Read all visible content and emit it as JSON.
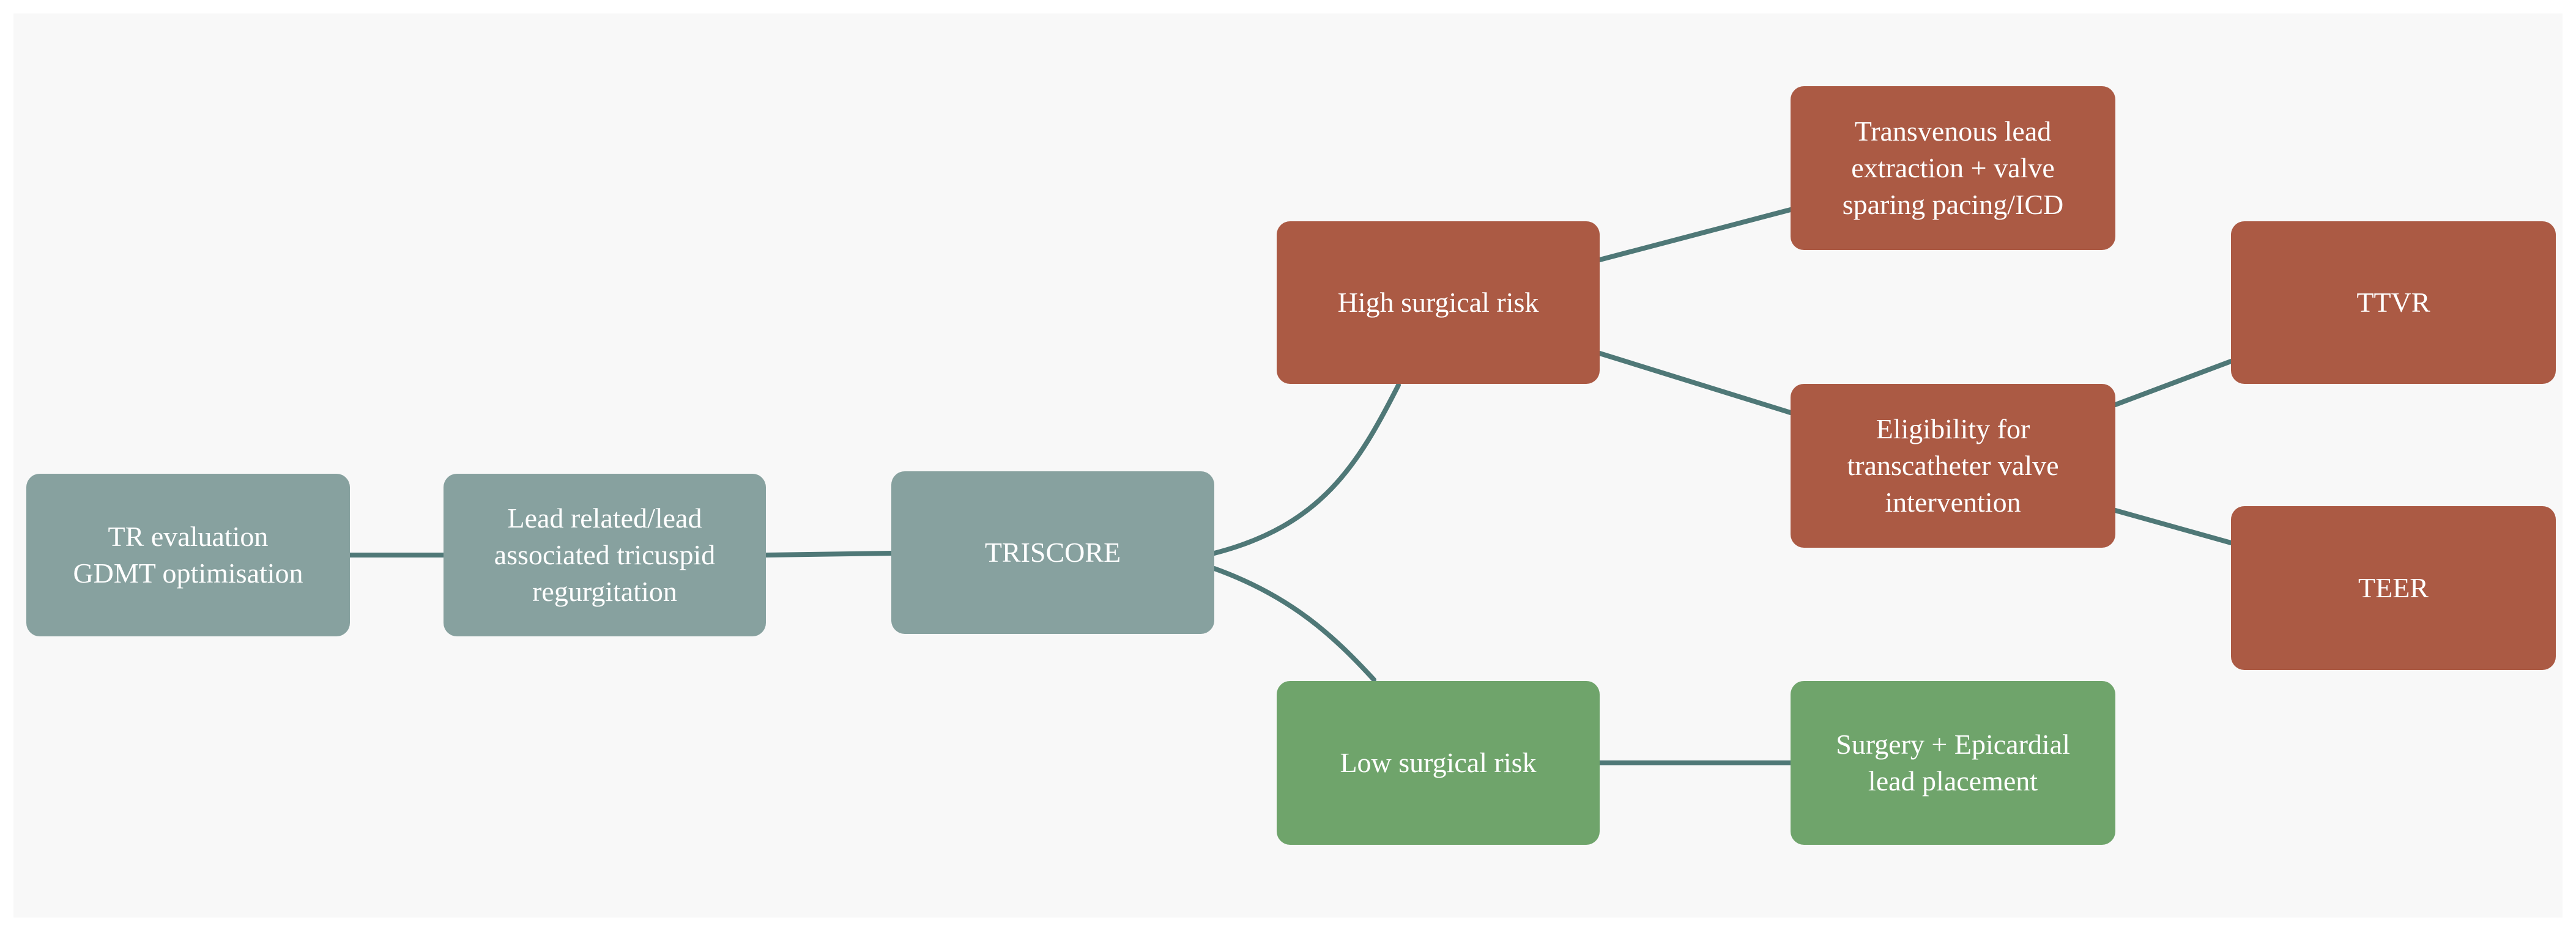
{
  "diagram": {
    "nodes": {
      "tr_eval": {
        "label": "TR evaluation\nGDMT optimisation",
        "color": "#87a19f"
      },
      "lead_related": {
        "label": "Lead related/lead\nassociated tricuspid\nregurgitation",
        "color": "#87a19f"
      },
      "triscore": {
        "label": "TRISCORE",
        "color": "#87a19f"
      },
      "high_risk": {
        "label": "High surgical risk",
        "color": "#ab5a44"
      },
      "low_risk": {
        "label": "Low surgical risk",
        "color": "#6fa46b"
      },
      "tle": {
        "label": "Transvenous lead\nextraction + valve\nsparing pacing/ICD",
        "color": "#ab5a44"
      },
      "eligibility": {
        "label": "Eligibility for\ntranscatheter valve\nintervention",
        "color": "#ab5a44"
      },
      "ttvr": {
        "label": "TTVR",
        "color": "#ab5a44"
      },
      "teer": {
        "label": "TEER",
        "color": "#ab5a44"
      },
      "surgery": {
        "label": "Surgery + Epicardial\nlead placement",
        "color": "#6fa46b"
      }
    },
    "edges": [
      {
        "from": "tr_eval",
        "to": "lead_related"
      },
      {
        "from": "lead_related",
        "to": "triscore"
      },
      {
        "from": "triscore",
        "to": "high_risk"
      },
      {
        "from": "triscore",
        "to": "low_risk"
      },
      {
        "from": "high_risk",
        "to": "tle"
      },
      {
        "from": "high_risk",
        "to": "eligibility"
      },
      {
        "from": "eligibility",
        "to": "ttvr"
      },
      {
        "from": "eligibility",
        "to": "teer"
      },
      {
        "from": "low_risk",
        "to": "surgery"
      }
    ],
    "edge_color": "#4f7877"
  }
}
